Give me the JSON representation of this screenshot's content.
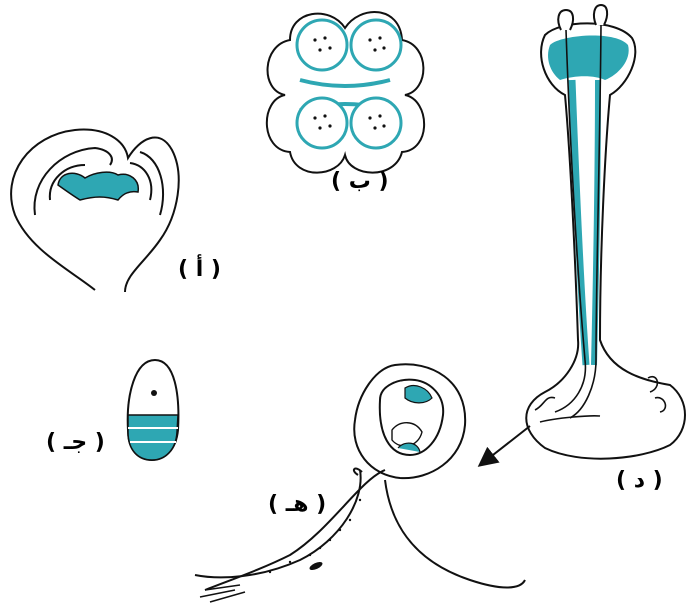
{
  "colors": {
    "ink": "#111111",
    "tissue": "#2ea7b3",
    "background": "#ffffff"
  },
  "labels": {
    "a": "( أ )",
    "b": "( ب )",
    "c": "( جـ )",
    "d": "( د )",
    "e": "( هـ )"
  }
}
